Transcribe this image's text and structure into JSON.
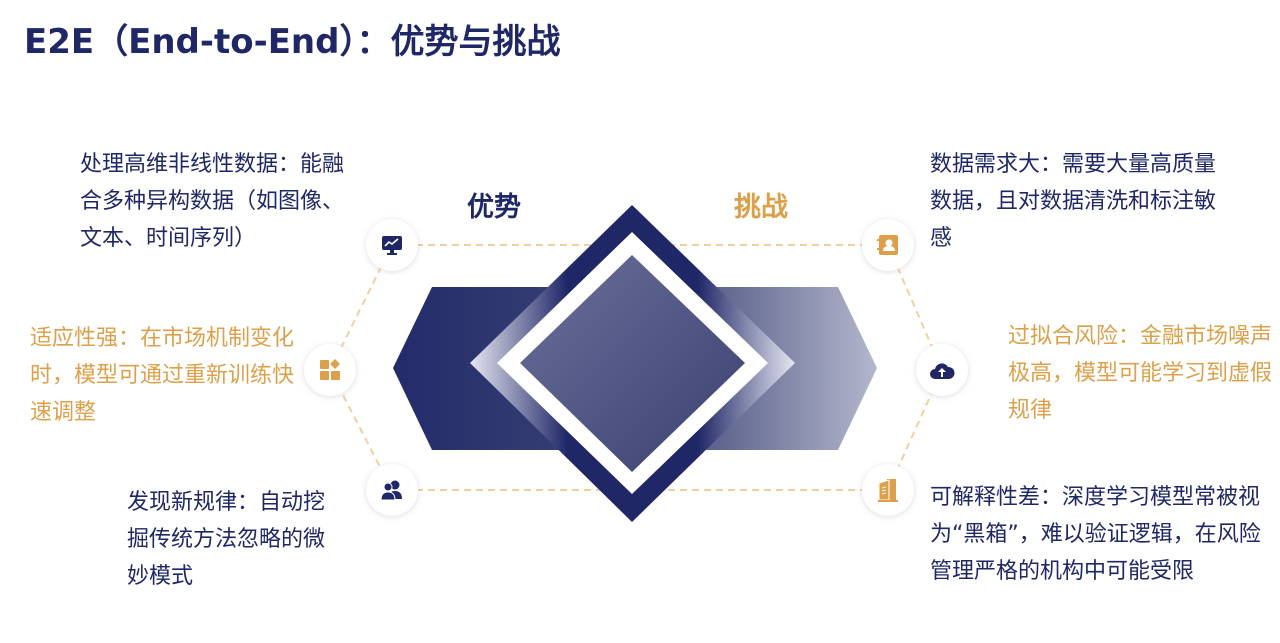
{
  "title": "E2E（End-to-End）：优势与挑战",
  "advantages_label": "优势",
  "challenges_label": "挑战",
  "colors": {
    "navy": "#1f2766",
    "orange": "#dca04a"
  },
  "advantages": [
    {
      "text": "处理高维非线性数据：能融合多种异构数据（如图像、文本、时间序列）",
      "icon": "monitor-chart-icon"
    },
    {
      "text": "适应性强：在市场机制变化时，模型可通过重新训练快速调整",
      "icon": "apps-grid-icon"
    },
    {
      "text": "发现新规律：自动挖掘传统方法忽略的微妙模式",
      "icon": "users-icon"
    }
  ],
  "challenges": [
    {
      "text": "数据需求大：需要大量高质量数据，且对数据清洗和标注敏感",
      "icon": "contact-book-icon"
    },
    {
      "text": "过拟合风险：金融市场噪声极高，模型可能学习到虚假规律",
      "icon": "cloud-upload-icon"
    },
    {
      "text": "可解释性差：深度学习模型常被视为“黑箱”，难以验证逻辑，在风险管理严格的机构中可能受限",
      "icon": "building-icon"
    }
  ]
}
